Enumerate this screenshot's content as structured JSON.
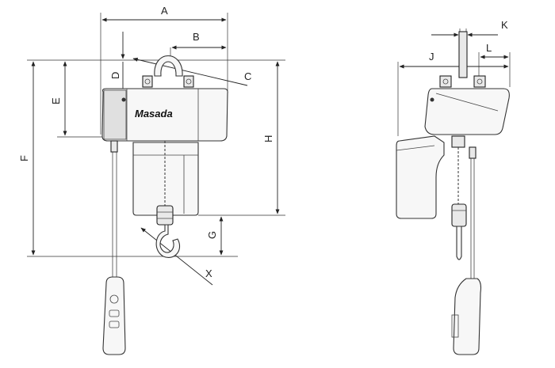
{
  "brand": "Masada",
  "dimension_labels": {
    "A": "A",
    "B": "B",
    "C": "C",
    "D": "D",
    "E": "E",
    "F": "F",
    "G": "G",
    "H": "H",
    "J": "J",
    "K": "K",
    "L": "L",
    "X": "X"
  }
}
